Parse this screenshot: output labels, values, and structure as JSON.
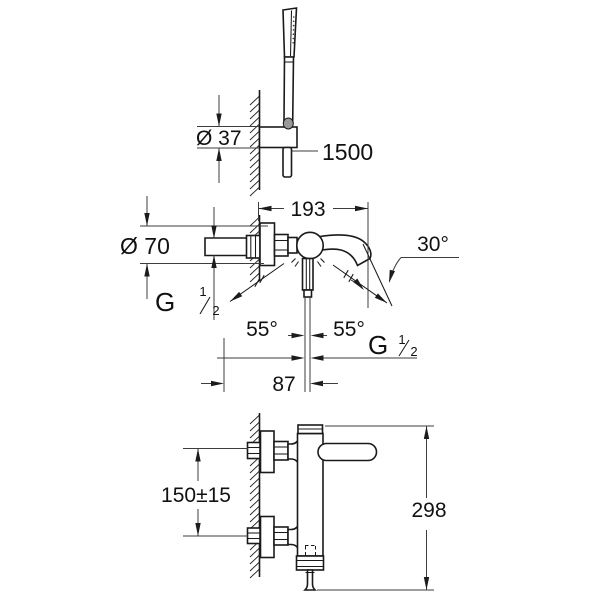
{
  "drawing": {
    "title": "bath mixer installation dimension drawing",
    "colors": {
      "background": "#ffffff",
      "object_line": "#1a1a1a",
      "dim_line": "#3d3d3d",
      "text": "#111111",
      "shade": "#999999"
    },
    "hand_shower_view": {
      "holder_diameter": "Ø 37",
      "hose_length": "1500"
    },
    "front_view": {
      "overall_width": "193",
      "escutcheon_diameter": "Ø 70",
      "inlet_thread": {
        "prefix": "G",
        "numerator": "1",
        "slash": "/",
        "denominator": "2"
      },
      "spout_angle": "30°",
      "lever_swing_left": "55°",
      "lever_swing_right": "55°",
      "outlet_thread": {
        "prefix": "G",
        "numerator": "1",
        "slash": "/",
        "denominator": "2"
      },
      "outlet_offset": "87"
    },
    "side_view": {
      "inlet_spacing": "150±15",
      "overall_height": "298"
    }
  }
}
